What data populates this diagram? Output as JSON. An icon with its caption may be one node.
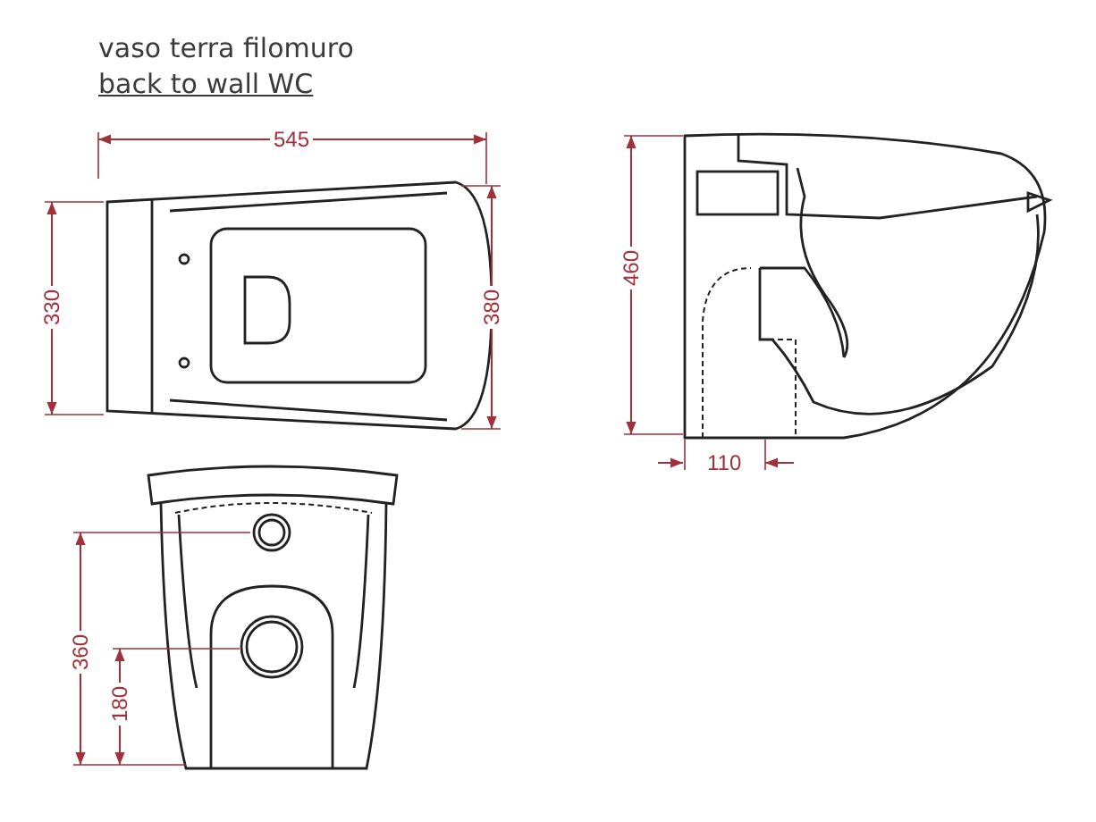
{
  "diagram": {
    "labels": [
      "vaso terra filomuro",
      "back to wall WC",
      "545",
      "330",
      "380",
      "460",
      "110",
      "360",
      "180"
    ]
  }
}
